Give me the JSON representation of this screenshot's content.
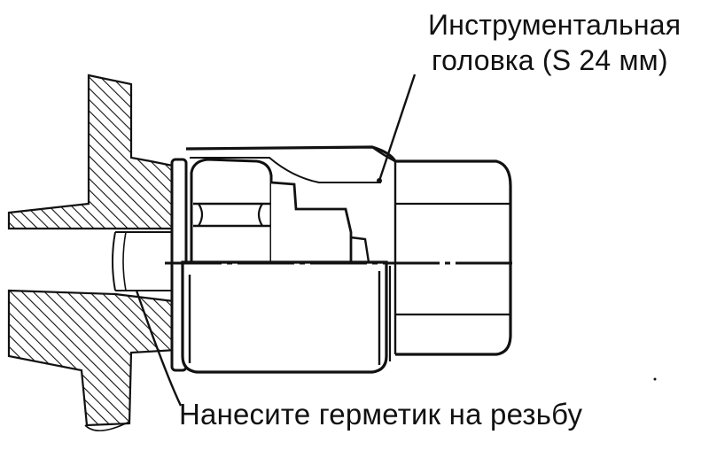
{
  "labels": {
    "socket_line1": "Инструментальная",
    "socket_line2": "головка (S 24 мм)",
    "sealant": "Нанесите герметик на резьбу"
  },
  "colors": {
    "ink": "#111111",
    "background": "#ffffff"
  }
}
